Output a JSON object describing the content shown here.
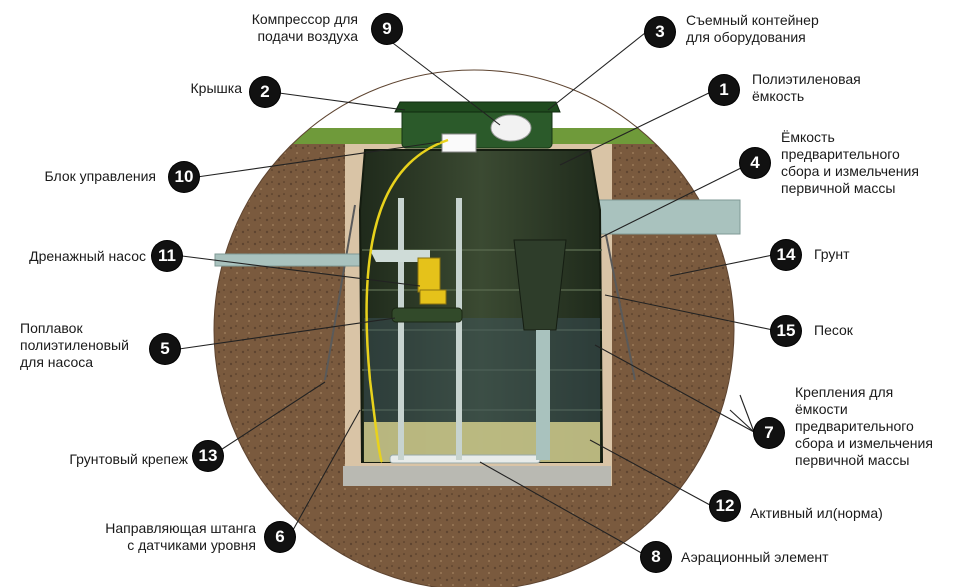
{
  "callouts": [
    {
      "num": "1",
      "text": "Полиэтиленовая\nёмкость"
    },
    {
      "num": "2",
      "text": "Крышка"
    },
    {
      "num": "3",
      "text": "Съемный контейнер\nдля  оборудования"
    },
    {
      "num": "4",
      "text": "Ёмкость\nпредварительного\nсбора и измельчения\nпервичной массы"
    },
    {
      "num": "5",
      "text": "Поплавок\nполиэтиленовый\nдля насоса"
    },
    {
      "num": "6",
      "text": "Направляющая штанга\nс датчиками уровня"
    },
    {
      "num": "7",
      "text": "Крепления для\nёмкости\nпредварительного\nсбора и измельчения\nпервичной массы"
    },
    {
      "num": "8",
      "text": "Аэрационный элемент"
    },
    {
      "num": "9",
      "text": "Компрессор для\nподачи воздуха"
    },
    {
      "num": "10",
      "text": "Блок управления"
    },
    {
      "num": "11",
      "text": "Дренажный насос"
    },
    {
      "num": "12",
      "text": "Активный ил(норма)"
    },
    {
      "num": "13",
      "text": "Грунтовый крепеж"
    },
    {
      "num": "14",
      "text": "Грунт"
    },
    {
      "num": "15",
      "text": "Песок"
    }
  ],
  "colors": {
    "soil": "#7a5a3e",
    "soil_dark": "#5e4430",
    "sand": "#d9c4a6",
    "grass": "#6f9a3a",
    "tank": "#2d3a26",
    "tank_rib": "#3c4a33",
    "water": "#3f5560",
    "sludge": "#c9c58a",
    "pipe": "#a9c2be",
    "pump": "#e5c21a",
    "badge": "#111111"
  }
}
